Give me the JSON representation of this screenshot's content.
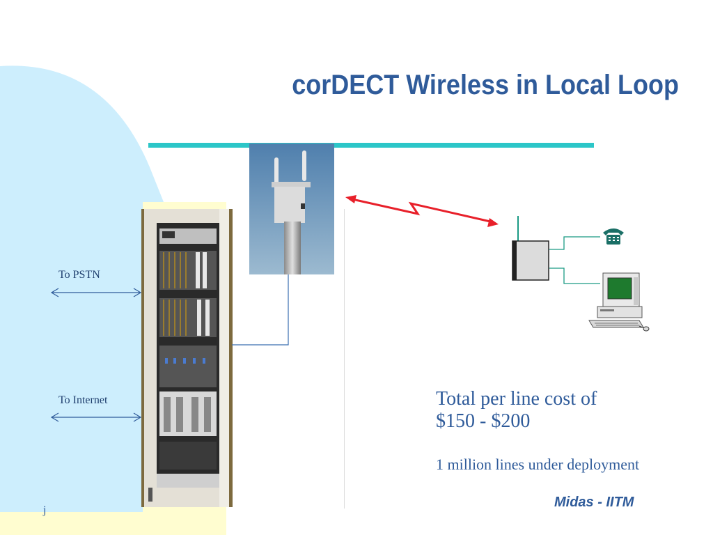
{
  "slide": {
    "title": "corDECT Wireless in Local Loop",
    "pstn_label": "To PSTN",
    "internet_label": "To Internet",
    "cost_line1": "Total per line cost of",
    "cost_line2": "$150 - $200",
    "deployment_text": "1 million lines under deployment",
    "footer": "Midas - IITM"
  },
  "colors": {
    "title": "#2f5b9a",
    "accent_rule": "#2cc6c8",
    "light_blue_panel": "#cdeefd",
    "cream_panel": "#fffdd0",
    "wireless_link": "#e8202a"
  },
  "icons": [
    "telephone-icon",
    "computer-icon",
    "wall-terminal-icon",
    "antenna-icon",
    "exchange-rack-icon"
  ]
}
